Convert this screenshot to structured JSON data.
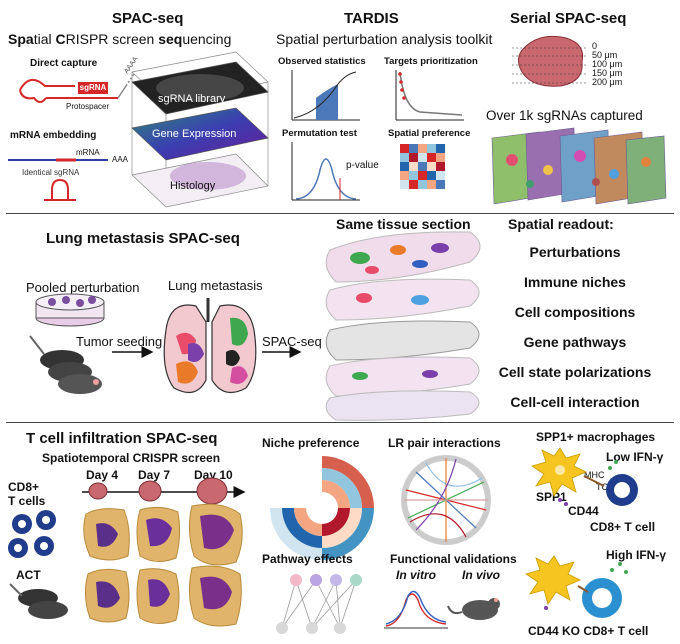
{
  "section1": {
    "spac_title": "SPAC-seq",
    "spac_subtitle_parts": [
      "Spa",
      "tial ",
      "C",
      "RISPR screen ",
      "seq",
      "uencing"
    ],
    "direct_capture": "Direct capture",
    "sgrna_box": "sgRNA",
    "protospacer": "Protospacer",
    "aaaa": "AAAA",
    "mrna_embedding": "mRNA embedding",
    "mrna": "mRNA",
    "aaa": "AAA",
    "identical_sgrna": "Identical sgRNA",
    "layer_sgrna": "sgRNA library",
    "layer_gene": "Gene Expression",
    "layer_histology": "Histology",
    "tardis_title": "TARDIS",
    "tardis_subtitle": "Spatial perturbation analysis toolkit",
    "observed_statistics": "Observed statistics",
    "targets_prioritization": "Targets prioritization",
    "permutation_test": "Permutation test",
    "spatial_preference": "Spatial preference",
    "p_value": "p-value",
    "serial_title": "Serial SPAC-seq",
    "depths": [
      "0",
      "50 μm",
      "100 μm",
      "150 μm",
      "200 μm"
    ],
    "over_1k": "Over 1k sgRNAs captured"
  },
  "section2": {
    "lung_title": "Lung metastasis SPAC-seq",
    "same_tissue": "Same tissue section",
    "pooled_perturbation": "Pooled perturbation",
    "lung_metastasis": "Lung metastasis",
    "tumor_seeding": "Tumor seeding",
    "spac_seq": "SPAC-seq",
    "spatial_readout": "Spatial readout:",
    "readouts": [
      "Perturbations",
      "Immune niches",
      "Cell compositions",
      "Gene pathways",
      "Cell state polarizations",
      "Cell-cell interaction"
    ]
  },
  "section3": {
    "tcell_title": "T cell infiltration SPAC-seq",
    "spatiotemporal": "Spatiotemporal CRISPR screen",
    "days": [
      "Day 4",
      "Day 7",
      "Day 10"
    ],
    "cd8_label": "CD8+\nT cells",
    "act_label": "ACT",
    "niche_preference": "Niche preference",
    "pathway_effects": "Pathway effects",
    "lr_pair": "LR pair interactions",
    "functional_validations": "Functional validations",
    "in_vitro": "In vitro",
    "in_vivo": "In vivo",
    "spp1_macrophages": "SPP1+ macrophages",
    "low_ifn": "Low IFN-γ",
    "mhc": "MHC",
    "tcr": "TCR",
    "spp1": "SPP1",
    "cd44": "CD44",
    "cd8_t_cell": "CD8+ T cell",
    "high_ifn": "High IFN-γ",
    "cd44_ko": "CD44 KO CD8+ T cell"
  },
  "colors": {
    "sgrna_red": "#d62728",
    "histogram_blue": "#4a78b8",
    "tcell_blue": "#1f3d8c",
    "macrophage_yellow": "#f7c520",
    "serial_pink": "#c9686f"
  }
}
